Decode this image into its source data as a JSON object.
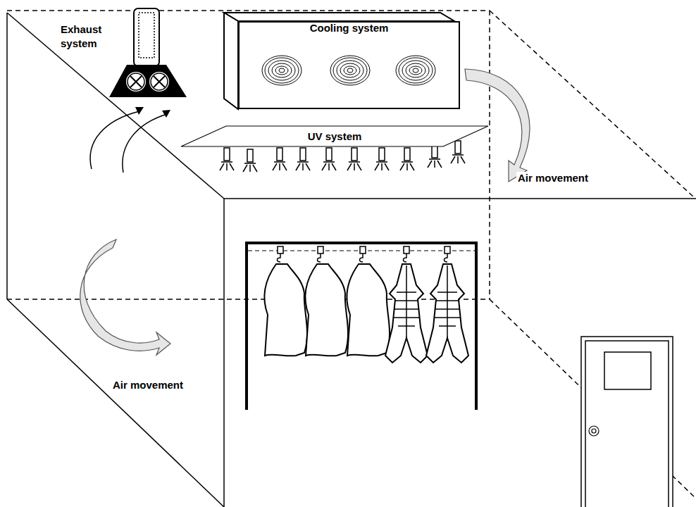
{
  "diagram": {
    "nodes": [
      {
        "text": [
          "Exhaust system"
        ]
      },
      {
        "text": [
          "Cooling system"
        ]
      },
      {
        "text": [
          "UV system"
        ]
      }
    ],
    "labels": [
      "Air movement",
      "Air movement"
    ]
  }
}
